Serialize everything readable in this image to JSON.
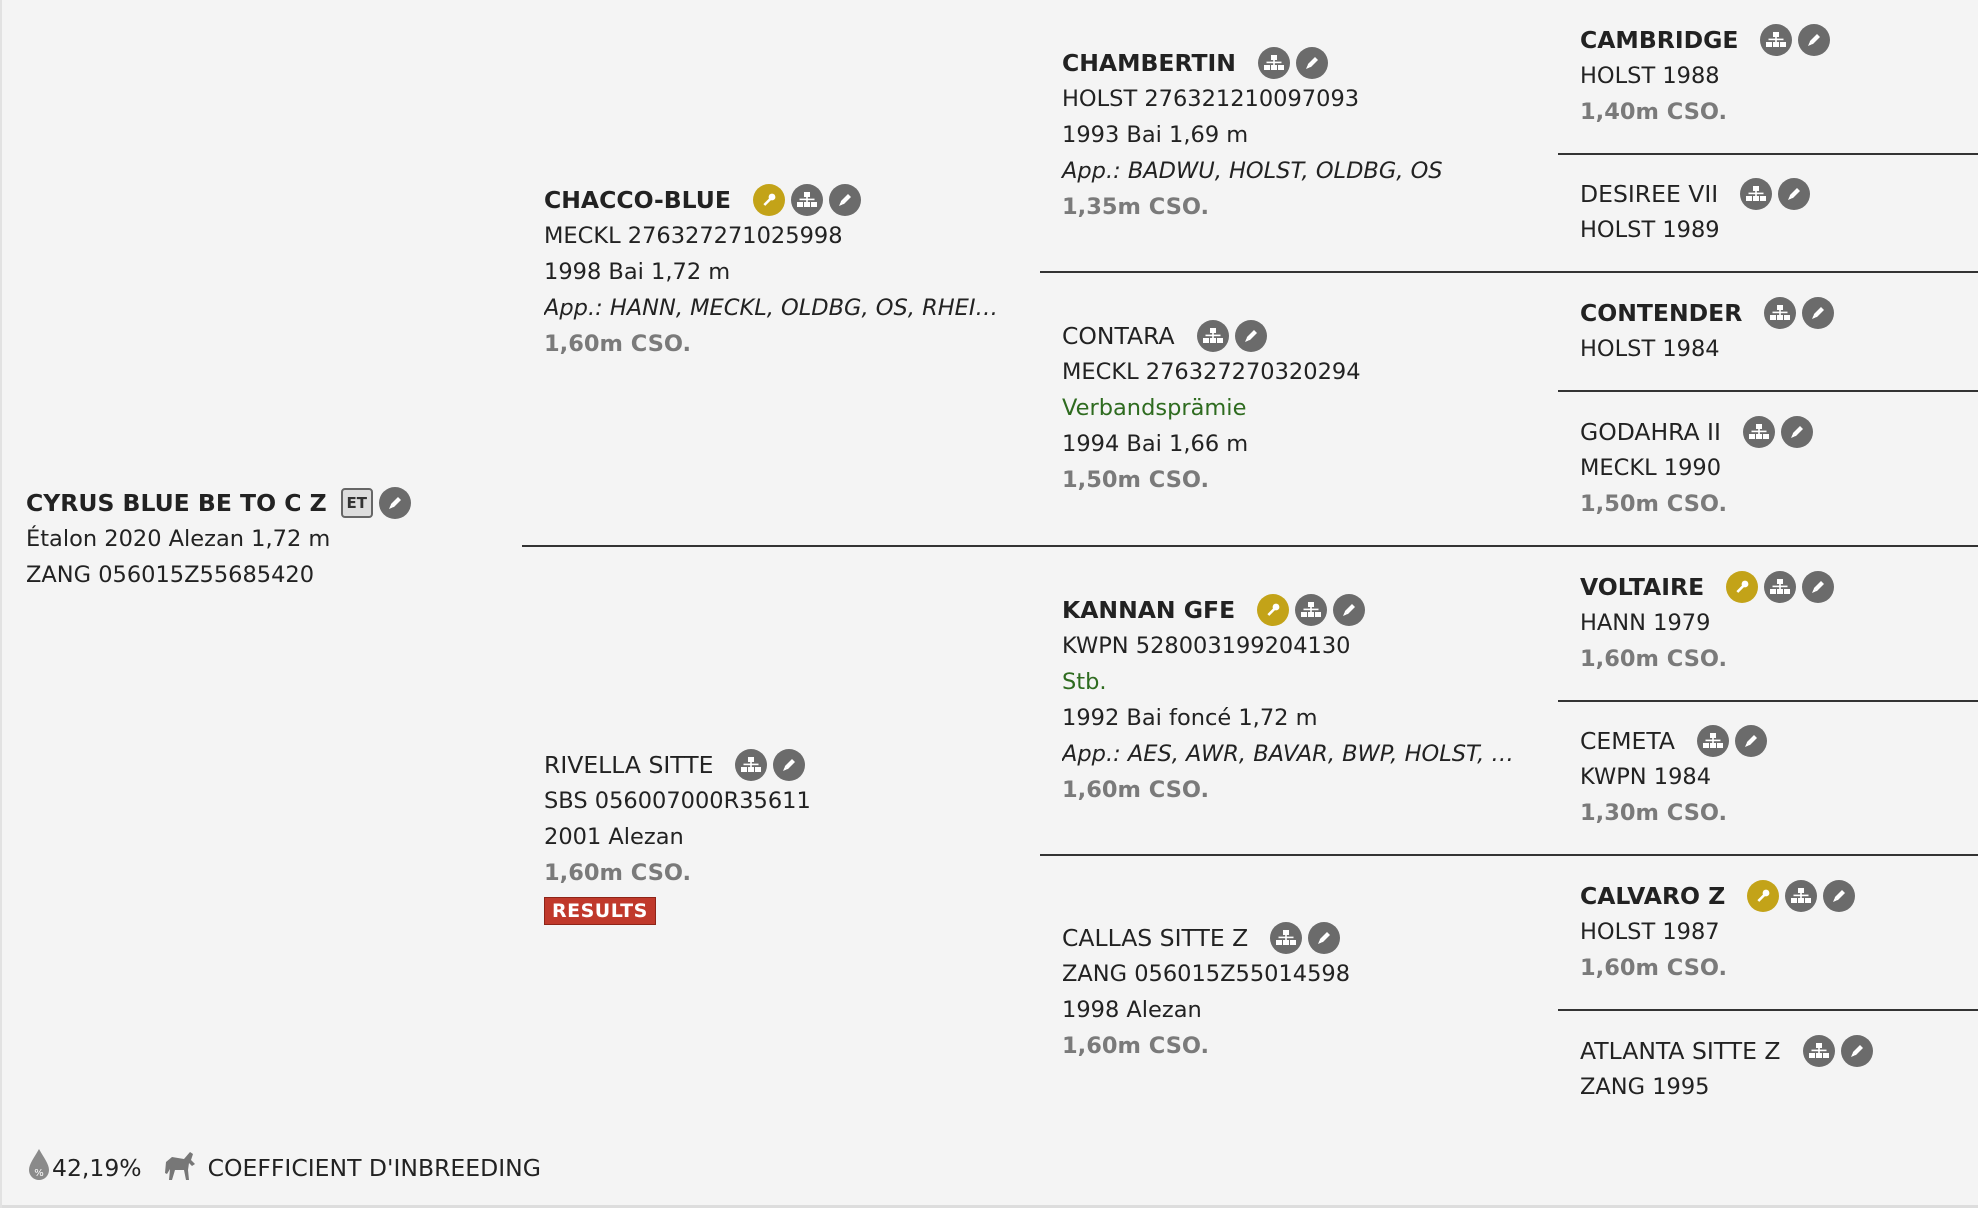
{
  "subject": {
    "name": "CYRUS BLUE BE TO C Z",
    "badge": "ET",
    "line1": "Étalon 2020 Alezan 1,72 m",
    "line2": "ZANG 056015Z55685420"
  },
  "sire": {
    "name": "CHACCO-BLUE",
    "reg": "MECKL 276327271025998",
    "birth": "1998 Bai 1,72 m",
    "approvals": "App.: HANN, MECKL, OLDBG, OS, RHEIN, S...",
    "perf": "1,60m CSO."
  },
  "dam": {
    "name": "RIVELLA SITTE",
    "reg": "SBS 056007000R35611",
    "birth": "2001 Alezan",
    "perf": "1,60m CSO.",
    "results_label": "RESULTS"
  },
  "ss": {
    "name": "CHAMBERTIN",
    "reg": "HOLST 276321210097093",
    "birth": "1993 Bai 1,69 m",
    "approvals": "App.: BADWU, HOLST, OLDBG, OS",
    "perf": "1,35m CSO."
  },
  "sd": {
    "name": "CONTARA",
    "reg": "MECKL 276327270320294",
    "premium": "Verbandsprämie",
    "birth": "1994 Bai 1,66 m",
    "perf": "1,50m CSO."
  },
  "ds": {
    "name": "KANNAN GFE",
    "reg": "KWPN 528003199204130",
    "premium": "Stb.",
    "birth": "1992 Bai foncé 1,72 m",
    "approvals": "App.: AES, AWR, BAVAR, BWP, HOLST, KWP...",
    "perf": "1,60m CSO."
  },
  "dd": {
    "name": "CALLAS SITTE Z",
    "reg": "ZANG 056015Z55014598",
    "birth": "1998 Alezan",
    "perf": "1,60m CSO."
  },
  "g1": {
    "name": "CAMBRIDGE",
    "reg": "HOLST 1988",
    "perf": "1,40m CSO."
  },
  "g2": {
    "name": "DESIREE VII",
    "reg": "HOLST 1989"
  },
  "g3": {
    "name": "CONTENDER",
    "reg": "HOLST 1984"
  },
  "g4": {
    "name": "GODAHRA II",
    "reg": "MECKL 1990",
    "perf": "1,50m CSO."
  },
  "g5": {
    "name": "VOLTAIRE",
    "reg": "HANN 1979",
    "perf": "1,60m CSO."
  },
  "g6": {
    "name": "CEMETA",
    "reg": "KWPN 1984",
    "perf": "1,30m CSO."
  },
  "g7": {
    "name": "CALVARO Z",
    "reg": "HOLST 1987",
    "perf": "1,60m CSO."
  },
  "g8": {
    "name": "ATLANTA SITTE Z",
    "reg": "ZANG 1995"
  },
  "footer": {
    "inbreeding_value": "42,19%",
    "inbreeding_label": "COEFFICIENT D'INBREEDING"
  },
  "icons": {
    "pedigree": "pedigree-tree-icon",
    "edit": "pencil-icon",
    "approved": "key-icon",
    "drop": "percent-drop-icon",
    "horse": "horse-icon"
  },
  "colors": {
    "approved_gold": "#c3a318",
    "icon_gray": "#6b6b6b",
    "results_red": "#c0392b",
    "premium_green": "#2e6b1f",
    "perf_gray": "#7a7a7a"
  }
}
